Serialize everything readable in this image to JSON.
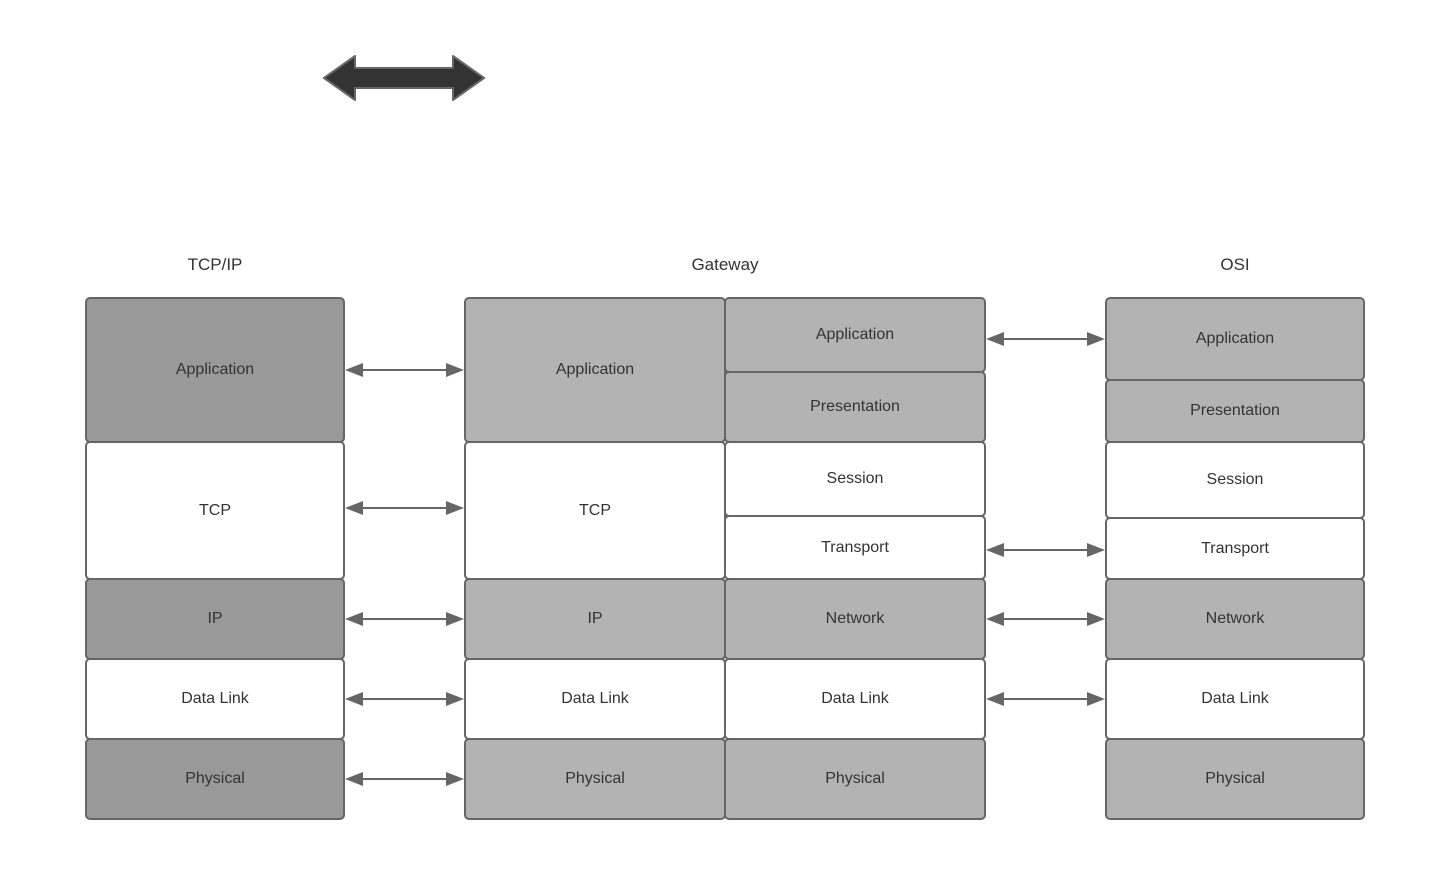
{
  "diagram": {
    "title_tcpip": "TCP/IP",
    "title_gateway": "Gateway",
    "title_osi": "OSI",
    "colors": {
      "stroke": "#666666",
      "text": "#333333",
      "shade_dark": "#999999",
      "shade_light": "#b3b3b3",
      "white": "#ffffff",
      "block_arrow_fill": "#333333",
      "block_arrow_stroke": "#666666"
    },
    "block_arrow": {
      "name": "bidirectional-block-arrow"
    },
    "columns": {
      "tcpip": {
        "label": "TCP/IP",
        "layers": [
          {
            "name": "application",
            "label": "Application",
            "shade": "dark"
          },
          {
            "name": "tcp",
            "label": "TCP",
            "shade": "white"
          },
          {
            "name": "ip",
            "label": "IP",
            "shade": "dark"
          },
          {
            "name": "data-link",
            "label": "Data Link",
            "shade": "dark"
          },
          {
            "name": "physical",
            "label": "Physical",
            "shade": "dark"
          }
        ]
      },
      "gateway_left": {
        "label": "Gateway",
        "layers": [
          {
            "name": "application",
            "label": "Application",
            "shade": "light"
          },
          {
            "name": "tcp",
            "label": "TCP",
            "shade": "white"
          },
          {
            "name": "ip",
            "label": "IP",
            "shade": "light"
          },
          {
            "name": "data-link",
            "label": "Data Link",
            "shade": "white"
          },
          {
            "name": "physical",
            "label": "Physical",
            "shade": "light"
          }
        ]
      },
      "gateway_right": {
        "layers": [
          {
            "name": "application",
            "label": "Application",
            "shade": "light"
          },
          {
            "name": "presentation",
            "label": "Presentation",
            "shade": "light"
          },
          {
            "name": "session",
            "label": "Session",
            "shade": "white"
          },
          {
            "name": "transport",
            "label": "Transport",
            "shade": "white"
          },
          {
            "name": "network",
            "label": "Network",
            "shade": "light"
          },
          {
            "name": "data-link",
            "label": "Data Link",
            "shade": "white"
          },
          {
            "name": "physical",
            "label": "Physical",
            "shade": "light"
          }
        ]
      },
      "osi": {
        "label": "OSI",
        "layers": [
          {
            "name": "application",
            "label": "Application",
            "shade": "light"
          },
          {
            "name": "presentation",
            "label": "Presentation",
            "shade": "light"
          },
          {
            "name": "session",
            "label": "Session",
            "shade": "white"
          },
          {
            "name": "transport",
            "label": "Transport",
            "shade": "white"
          },
          {
            "name": "network",
            "label": "Network",
            "shade": "light"
          },
          {
            "name": "data-link",
            "label": "Data Link",
            "shade": "white"
          },
          {
            "name": "physical",
            "label": "Physical",
            "shade": "light"
          }
        ]
      }
    },
    "connectors_left": [
      {
        "name": "connector-application"
      },
      {
        "name": "connector-tcp"
      },
      {
        "name": "connector-ip"
      },
      {
        "name": "connector-data-link"
      },
      {
        "name": "connector-physical"
      }
    ],
    "connectors_right": [
      {
        "name": "connector-application"
      },
      {
        "name": "connector-transport"
      },
      {
        "name": "connector-network"
      },
      {
        "name": "connector-data-link"
      }
    ]
  }
}
